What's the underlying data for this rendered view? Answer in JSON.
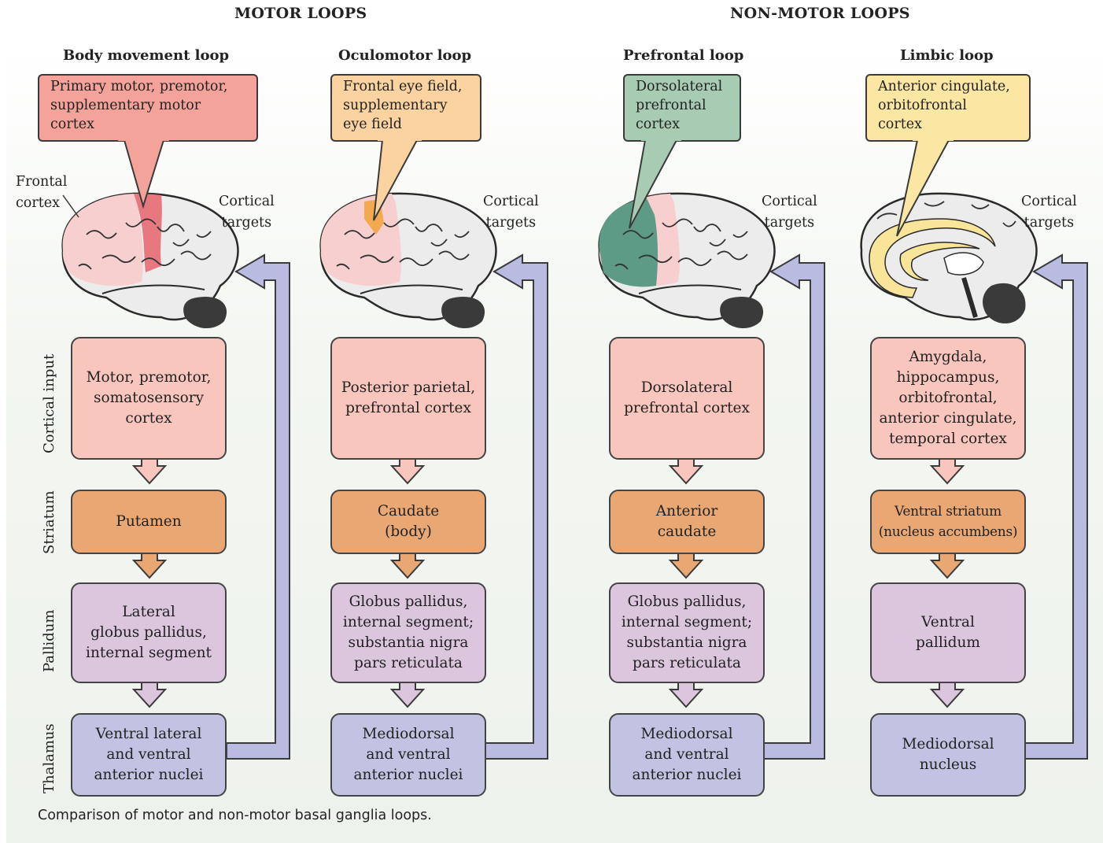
{
  "headers": {
    "motor": "MOTOR LOOPS",
    "nonmotor": "NON-MOTOR LOOPS"
  },
  "row_labels": {
    "cortical": "Cortical input",
    "striatum": "Striatum",
    "pallidum": "Pallidum",
    "thalamus": "Thalamus"
  },
  "frontal_cortex_label": "Frontal\ncortex",
  "loops": [
    {
      "title": "Body movement loop",
      "callout": "Primary motor, premotor,\nsupplementary motor\ncortex",
      "targets": "Cortical\ntargets",
      "cortical": "Motor, premotor,\nsomatosensory\ncortex",
      "striatum": "Putamen",
      "pallidum": "Lateral\nglobus pallidus,\ninternal segment",
      "thalamus": "Ventral lateral\nand ventral\nanterior nuclei"
    },
    {
      "title": "Oculomotor loop",
      "callout": "Frontal eye field,\nsupplementary\neye field",
      "targets": "Cortical\ntargets",
      "cortical": "Posterior parietal,\nprefrontal cortex",
      "striatum": "Caudate\n(body)",
      "pallidum": "Globus pallidus,\ninternal segment;\nsubstantia nigra\npars reticulata",
      "thalamus": "Mediodorsal\nand ventral\nanterior nuclei"
    },
    {
      "title": "Prefrontal loop",
      "callout": "Dorsolateral\nprefrontal\ncortex",
      "targets": "Cortical\ntargets",
      "cortical": "Dorsolateral\nprefrontal cortex",
      "striatum": "Anterior\ncaudate",
      "pallidum": "Globus pallidus,\ninternal segment;\nsubstantia nigra\npars reticulata",
      "thalamus": "Mediodorsal\nand ventral\nanterior nuclei"
    },
    {
      "title": "Limbic loop",
      "callout": "Anterior cingulate,\norbitofrontal\ncortex",
      "targets": "Cortical\ntargets",
      "cortical": "Amygdala,\nhippocampus,\norbitofrontal,\nanterior cingulate,\ntemporal cortex",
      "striatum": "Ventral striatum\n(nucleus accumbens)",
      "pallidum": "Ventral\npallidum",
      "thalamus": "Mediodorsal\nnucleus"
    }
  ],
  "colors": {
    "cortical": "#f8c6bd",
    "striatum": "#e9a873",
    "pallidum": "#dcc6de",
    "thalamus": "#c2c3e2",
    "callout_motor": "#f4a39b",
    "callout_oculo": "#fbd3a0",
    "callout_prefrontal": "#a8cbb4",
    "callout_limbic": "#fbe7a3",
    "brain": "#ececec",
    "brain_pink": "#f7cfcf",
    "motor_strip": "#e87880",
    "eye_field": "#f3a94e",
    "prefrontal": "#5e9b86",
    "limbic": "#f8e59a",
    "feedback_arrow": "#b9bbe0"
  },
  "caption": "Comparison of motor and non-motor basal ganglia loops."
}
